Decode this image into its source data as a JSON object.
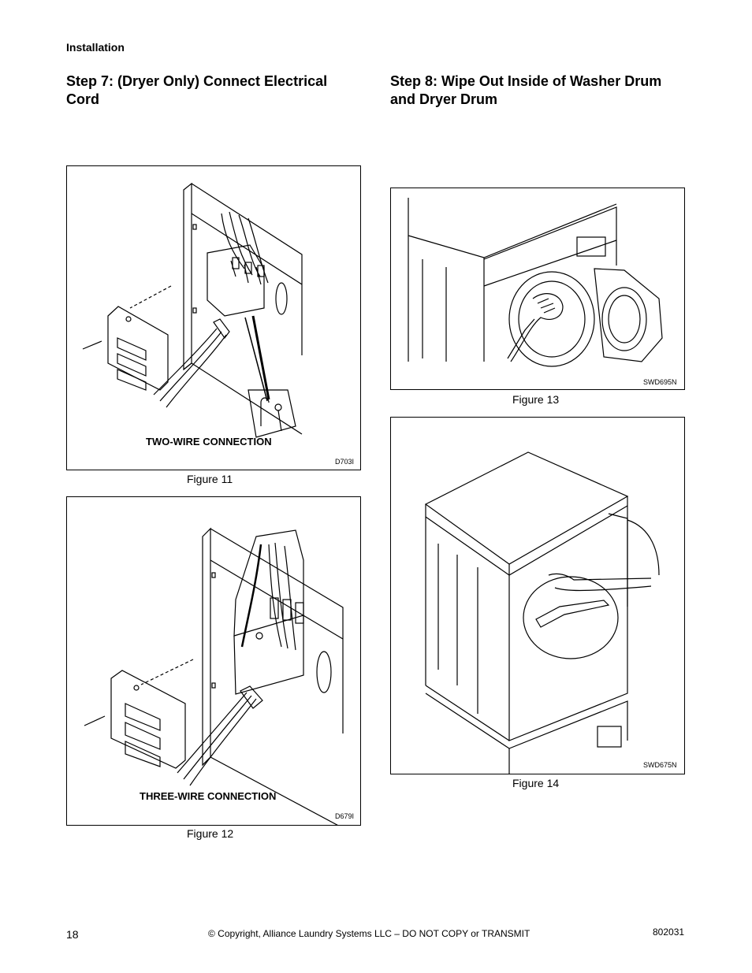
{
  "header": {
    "section": "Installation"
  },
  "left": {
    "step_title": "Step 7: (Dryer Only) Connect Electrical Cord",
    "figures": [
      {
        "caption": "Figure 11",
        "connection_label": "TWO-WIRE CONNECTION",
        "code": "D703I"
      },
      {
        "caption": "Figure 12",
        "connection_label": "THREE-WIRE CONNECTION",
        "code": "D679I"
      }
    ]
  },
  "right": {
    "step_title": "Step 8: Wipe Out Inside of Washer Drum and Dryer Drum",
    "figures": [
      {
        "caption": "Figure 13",
        "code": "SWD695N"
      },
      {
        "caption": "Figure 14",
        "code": "SWD675N"
      }
    ]
  },
  "footer": {
    "page_number": "18",
    "copyright": "© Copyright, Alliance Laundry Systems LLC – DO NOT COPY or TRANSMIT",
    "doc_number": "802031"
  }
}
